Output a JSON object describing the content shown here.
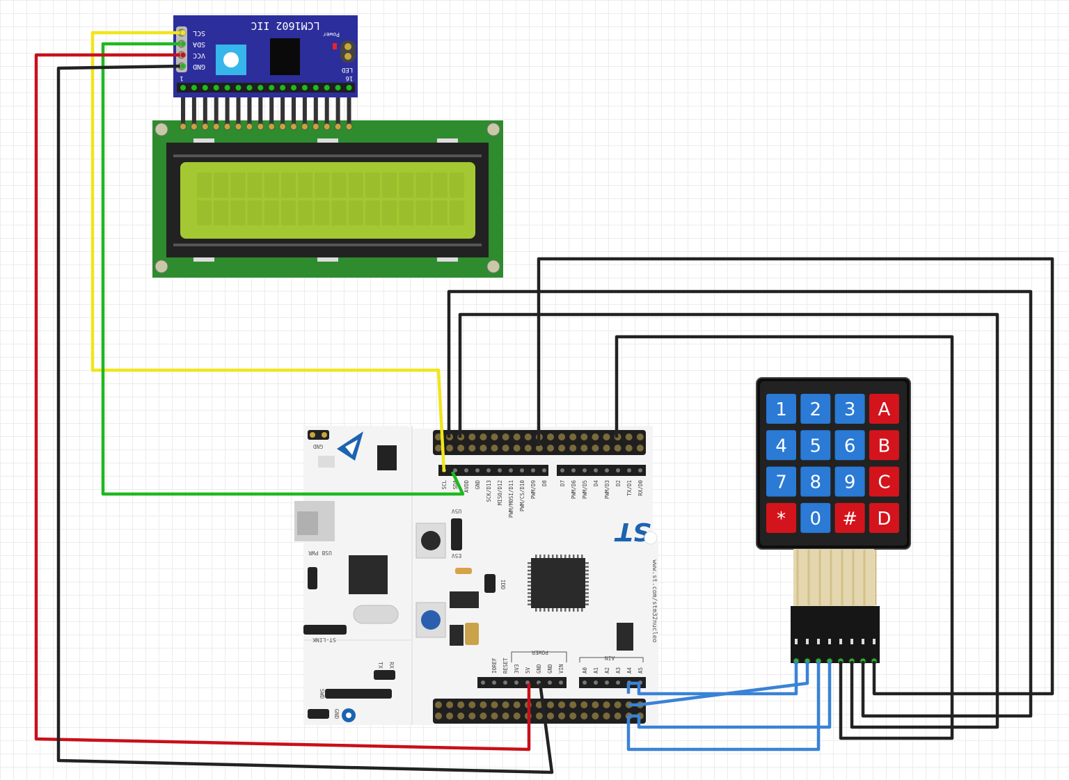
{
  "i2c_module": {
    "title": "LCM1602 IIC",
    "power_label": "Power",
    "led_label": "LED",
    "pin_labels": [
      "SCL",
      "SDA",
      "VCC",
      "GND"
    ],
    "pin_first": "1",
    "pin_last": "16"
  },
  "nucleo": {
    "header_top_left": [
      "SCL",
      "SDA",
      "AVDD",
      "GND",
      "SCK/D13",
      "MISO/D12",
      "PWM/MOSI/D11",
      "PWM/CS/D10",
      "PWM/D9",
      "D8"
    ],
    "header_top_right": [
      "D7",
      "PWM/D6",
      "PWM/D5",
      "D4",
      "PWM/D3",
      "D2",
      "TX/D1",
      "RX/D0"
    ],
    "power_labels": [
      "IOREF",
      "RESET",
      "3V3",
      "5V",
      "GND",
      "GND",
      "VIN"
    ],
    "power_title": "POWER",
    "ain_labels": [
      "A0",
      "A1",
      "A2",
      "A3",
      "A4",
      "A5"
    ],
    "ain_title": "AIN",
    "gnd_label": "GND",
    "usb_pwr_label": "USB PWR",
    "u5v_label": "U5V",
    "e5v_label": "E5V",
    "idd_label": "IDD",
    "stlink_label": "ST-LINK",
    "swd_label": "SWD",
    "gnd2_label": "GND",
    "tx_label": "TX",
    "rx_label": "RX",
    "url": "www.st.com/stm32nucleo",
    "logo_text": "ST"
  },
  "keypad": {
    "keys": [
      "1",
      "2",
      "3",
      "A",
      "4",
      "5",
      "6",
      "B",
      "7",
      "8",
      "9",
      "C",
      "*",
      "0",
      "#",
      "D"
    ],
    "blue_color": "#2a7ad6",
    "red_color": "#d4141c"
  },
  "colors": {
    "wire_yellow": "#f1e51a",
    "wire_green": "#1fb81f",
    "wire_red": "#c8101a",
    "wire_black": "#222222",
    "wire_blue": "#3a82d6",
    "i2c_board": "#2c2e9c",
    "lcd_pcb": "#2e8b2e",
    "lcd_screen": "#a4c832"
  }
}
